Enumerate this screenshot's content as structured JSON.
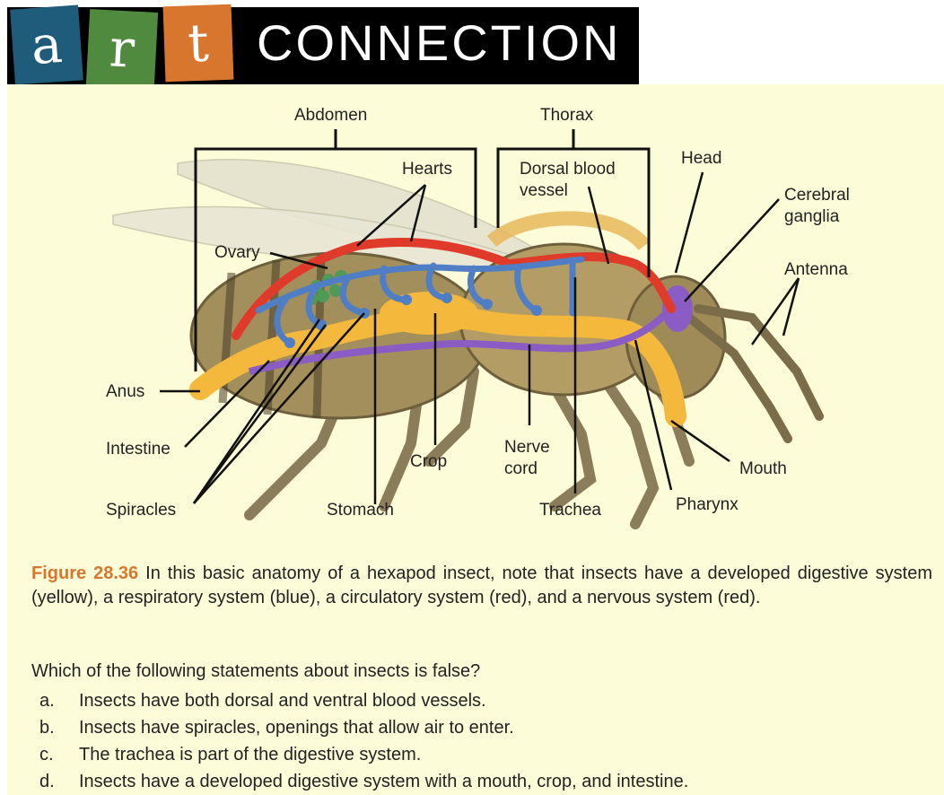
{
  "banner": {
    "letters": [
      "a",
      "r",
      "t"
    ],
    "word": "CONNECTION",
    "colors": {
      "tile_a": "#1f5b7a",
      "tile_r": "#4f8a3e",
      "tile_t": "#d9762e",
      "background": "#000000"
    }
  },
  "diagram": {
    "labels": {
      "abdomen": "Abdomen",
      "thorax": "Thorax",
      "hearts": "Hearts",
      "dorsal_vessel_1": "Dorsal blood",
      "dorsal_vessel_2": "vessel",
      "head": "Head",
      "cerebral_1": "Cerebral",
      "cerebral_2": "ganglia",
      "ovary": "Ovary",
      "antenna": "Antenna",
      "anus": "Anus",
      "intestine": "Intestine",
      "spiracles": "Spiracles",
      "stomach": "Stomach",
      "crop": "Crop",
      "nerve_cord_1": "Nerve",
      "nerve_cord_2": "cord",
      "trachea": "Trachea",
      "pharynx": "Pharynx",
      "mouth": "Mouth"
    },
    "system_colors": {
      "digestive": "#f4b83c",
      "respiratory": "#4f7ec4",
      "circulatory": "#e03a2b",
      "nervous": "#8a5cc4"
    }
  },
  "caption": {
    "figure_label": "Figure 28.36",
    "text": " In this basic anatomy of a hexapod insect, note that insects have a developed digestive system (yellow), a respiratory system (blue), a circulatory system (red), and a nervous system (red)."
  },
  "question": {
    "prompt": "Which of the following statements about insects is false?",
    "options": [
      {
        "letter": "a.",
        "text": "Insects have both dorsal and ventral blood vessels."
      },
      {
        "letter": "b.",
        "text": "Insects have spiracles, openings that allow air to enter."
      },
      {
        "letter": "c.",
        "text": "The trachea is part of the digestive system."
      },
      {
        "letter": "d.",
        "text": "Insects have a developed digestive system with a mouth, crop, and intestine."
      }
    ]
  }
}
